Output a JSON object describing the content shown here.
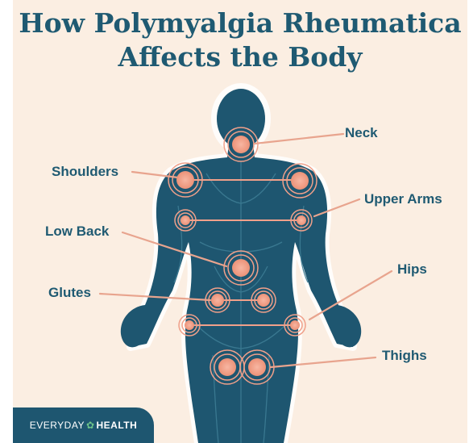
{
  "title": {
    "line1": "How Polymyalgia Rheumatica",
    "line2": "Affects the Body"
  },
  "labels": {
    "neck": "Neck",
    "shoulders": "Shoulders",
    "upper_arms": "Upper Arms",
    "low_back": "Low Back",
    "hips": "Hips",
    "glutes": "Glutes",
    "thighs": "Thighs"
  },
  "brand": {
    "part1": "EVERYDAY",
    "part2": "HEALTH"
  },
  "colors": {
    "background": "#fbeee2",
    "body": "#1e5670",
    "marker": "#f0a08a",
    "text": "#1f5a72"
  }
}
